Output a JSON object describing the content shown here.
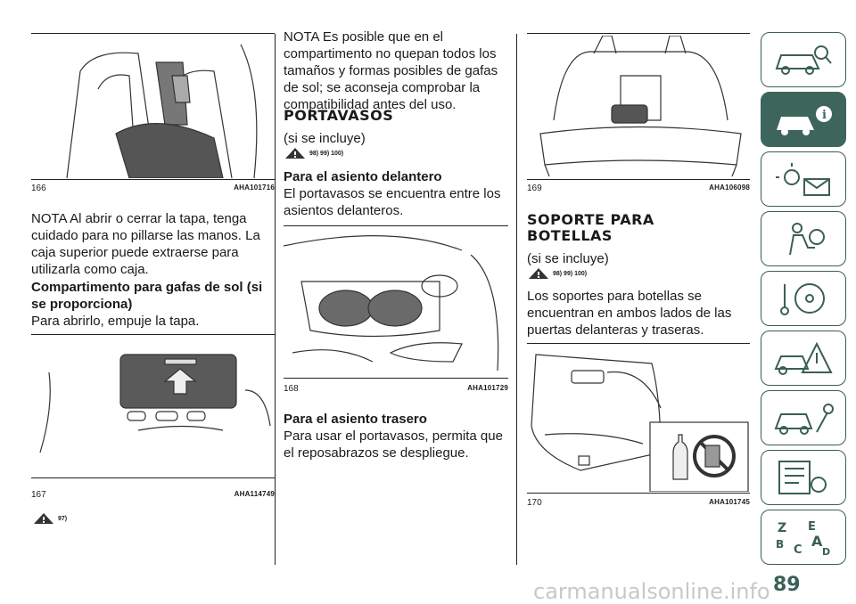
{
  "col1": {
    "fig166": {
      "num": "166",
      "code": "AHA101716"
    },
    "nota1": "NOTA  Al abrir o cerrar la tapa, tenga cuidado para no pillarse las manos. La caja superior puede extraerse para utilizarla como caja.",
    "subhead": "Compartimento para gafas de sol (si se proporciona)",
    "text": "Para abrirlo, empuje la tapa.",
    "fig167": {
      "num": "167",
      "code": "AHA114749"
    },
    "warn": "97)"
  },
  "col2": {
    "nota2": "NOTA  Es posible que en el compartimento no quepan todos los tamaños y formas posibles de gafas de sol; se aconseja comprobar la compatibilidad antes del uso.",
    "heading": "PORTAVASOS",
    "sub": "(si se incluye)",
    "warn": "98) 99) 100)",
    "subhead1": "Para el asiento delantero",
    "text1": "El portavasos se encuentra entre los asientos delanteros.",
    "fig168": {
      "num": "168",
      "code": "AHA101729"
    },
    "subhead2": "Para el asiento trasero",
    "text2": "Para usar el portavasos, permita que el reposabrazos se despliegue."
  },
  "col3": {
    "fig169": {
      "num": "169",
      "code": "AHA106098"
    },
    "heading": "SOPORTE PARA BOTELLAS",
    "sub": "(si se incluye)",
    "warn": "98) 99) 100)",
    "text": "Los soportes para botellas se encuentran en ambos lados de las puertas delanteras y traseras.",
    "fig170": {
      "num": "170",
      "code": "AHA101745"
    }
  },
  "sidebar": {
    "tabs": [
      "car-search-icon",
      "car-info-icon",
      "warning-light-icon",
      "airbag-seat-icon",
      "steering-key-icon",
      "car-triangle-icon",
      "car-wrench-icon",
      "list-gear-icon",
      "alphabet-index-icon"
    ],
    "active_index": 1,
    "accent": "#3e655c"
  },
  "page_number": "89",
  "watermark": "carmanualsonline.info"
}
